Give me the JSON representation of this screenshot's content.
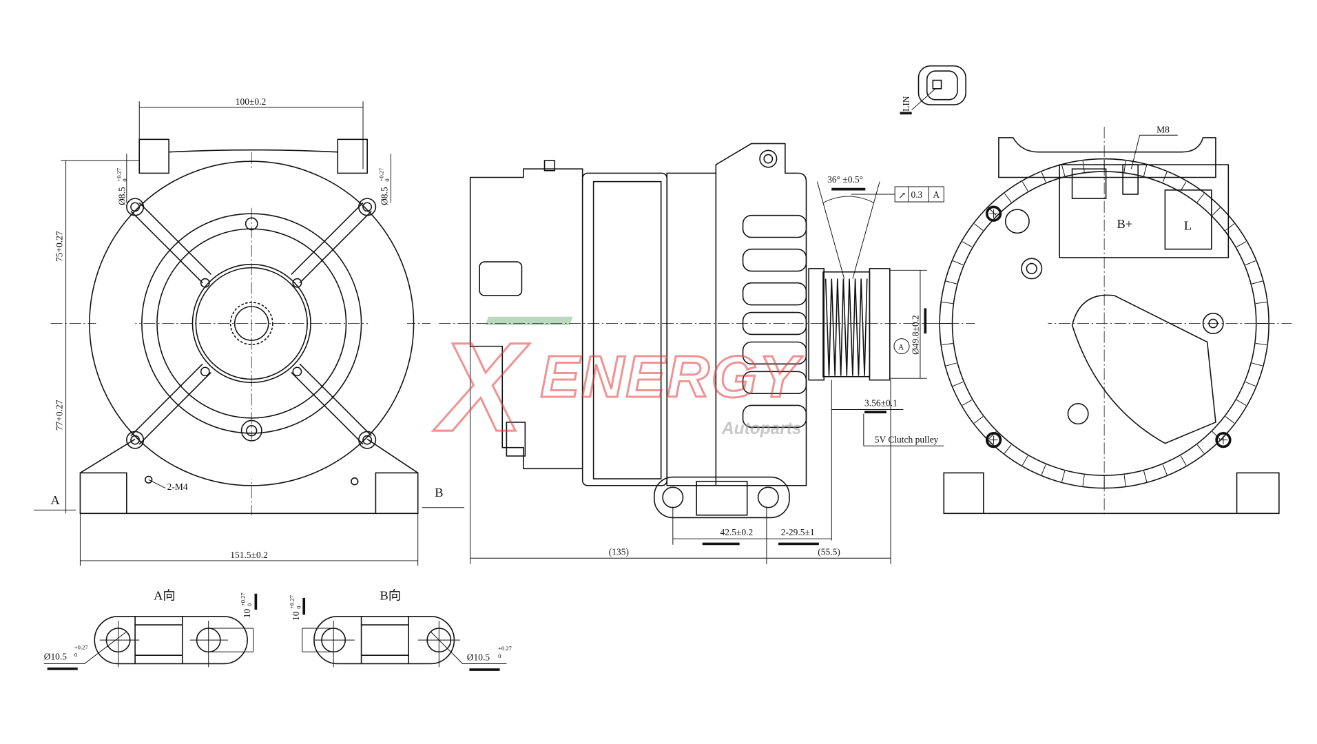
{
  "drawing": {
    "front_view": {
      "mount_spacing": "100±0.2",
      "ear_hole_left": "Ø8.5",
      "ear_hole_right": "Ø8.5",
      "ear_hole_tol": "+0.27",
      "ear_hole_tol_low": "0",
      "upper_height": "75+0.27",
      "lower_height": "77+0.27",
      "thread": "2-M4",
      "view_a_marker": "A",
      "view_b_marker": "B",
      "base_width": "151.5±0.2"
    },
    "side_view": {
      "connector_label": "LIN",
      "groove_angle": "36° ±0.5°",
      "runout_tolerance": "0.3",
      "runout_datum": "A",
      "pulley_diameter": "Ø49.8±0.2",
      "datum_marker": "A",
      "groove_pitch": "3.56±0.1",
      "pulley_type": "5V Clutch pulley",
      "mount_hole_spacing": "42.5±0.2",
      "mount_offset": "2-29.5±1",
      "body_length": "(135)",
      "pulley_length": "(55.5)"
    },
    "rear_view": {
      "terminal_thread": "M8",
      "terminal_bplus": "B+",
      "terminal_l": "L"
    },
    "detail_a": {
      "title": "A向",
      "thickness": "10",
      "thickness_tol": "+0.27",
      "thickness_tol_low": "0",
      "hole": "Ø10.5",
      "hole_tol": "+0.27",
      "hole_tol_low": "0"
    },
    "detail_b": {
      "title": "B向",
      "thickness": "10",
      "thickness_tol": "+0.27",
      "thickness_tol_low": "0",
      "hole": "Ø10.5",
      "hole_tol": "+0.27",
      "hole_tol_low": "0"
    }
  },
  "watermark": {
    "brand": "XENERGY",
    "tagline": "Autoparts",
    "colors": {
      "red": "#e23b3b",
      "green": "#2e8b3a",
      "gray": "#9a9a9a"
    }
  }
}
